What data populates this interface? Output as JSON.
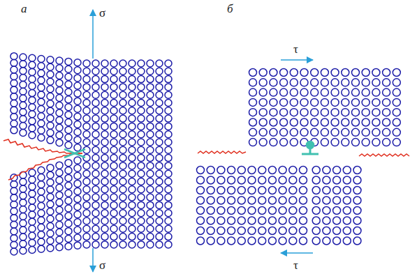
{
  "diagram": {
    "labels": [
      "а",
      "б",
      "σ",
      "σ",
      "τ",
      "τ"
    ]
  }
}
